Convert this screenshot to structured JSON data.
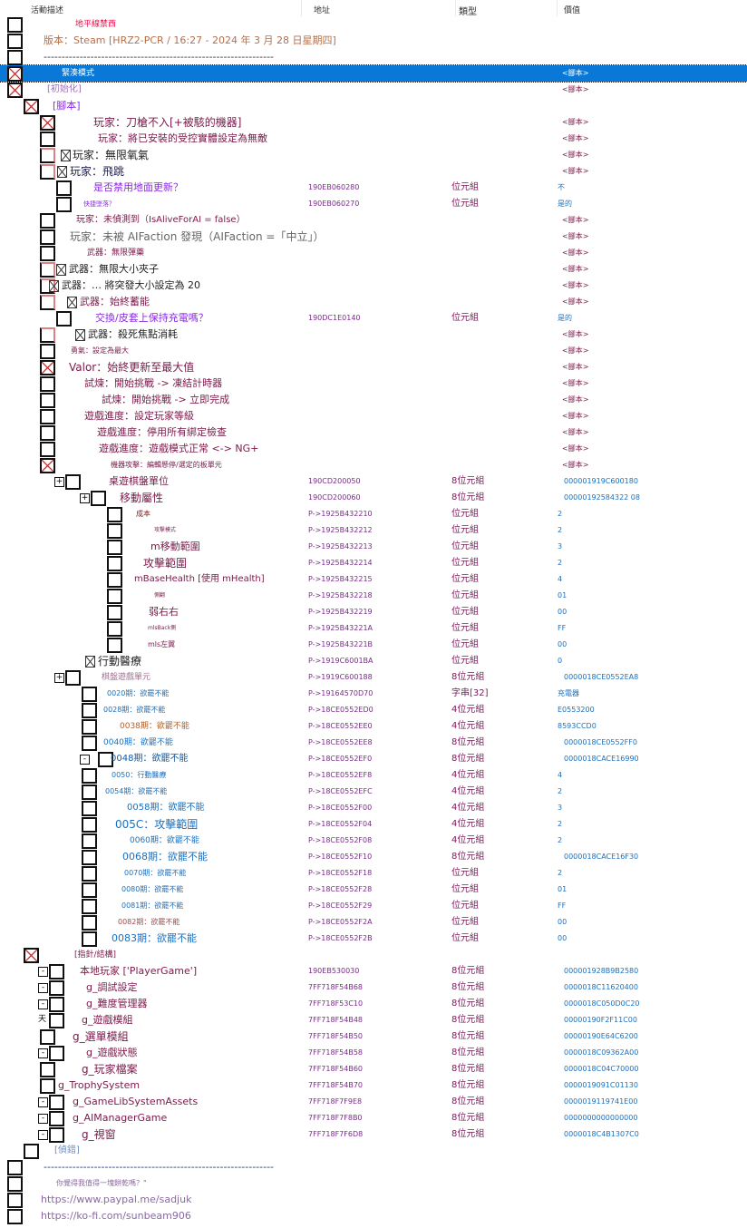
{
  "header": {
    "description": "活動描述",
    "address": "地址",
    "type": "類型",
    "value": "價值"
  },
  "colors": {
    "selection": "#0a78d7",
    "address": "#7a2a8a",
    "value": "#1a70c0",
    "type": "#7a1a5a"
  },
  "rows": [
    {
      "label": "地平線禁西",
      "color": "#e0104a",
      "state": "off"
    },
    {
      "label": "版本：Steam [HRZ2-PCR / 16:27 - 2024 年 3 月 28 日星期四]",
      "color": "#b5704a",
      "state": "off"
    },
    {
      "label": "----------------------------------------------------------------",
      "color": "#333",
      "state": "off"
    },
    {
      "label": "緊湊模式",
      "color": "#ffffff",
      "state": "x",
      "value": "<腳本>",
      "selected": true
    },
    {
      "label": "[初始化]",
      "color": "#a070c0",
      "state": "x",
      "value": "<腳本>"
    },
    {
      "label": "[腳本]",
      "color": "#8a2be2",
      "state": "x"
    },
    {
      "label": "玩家：刀槍不入[+被駭的機器]",
      "color": "#7a1a4a",
      "state": "x",
      "value": "<腳本>"
    },
    {
      "label": "玩家：將已安裝的受控實體設定為無敵",
      "color": "#7a1a4a",
      "state": "off",
      "value": "<腳本>"
    },
    {
      "label": "玩家：無限氧氣",
      "color": "#222",
      "state": "partial",
      "value": "<腳本>"
    },
    {
      "label": "玩家：飛跳",
      "color": "#222250",
      "state": "partial",
      "value": "<腳本>"
    },
    {
      "label": "是否禁用地面更新？",
      "color": "#8a2be2",
      "state": "off",
      "address": "190EB060280",
      "type": "位元組",
      "value": "不"
    },
    {
      "label": "快捷墜落？",
      "color": "#8a2be2",
      "state": "off",
      "address": "190EB060270",
      "type": "位元組",
      "value": "是的"
    },
    {
      "label": "玩家：未偵測到（IsAliveForAI = false）",
      "color": "#7a1a4a",
      "state": "off",
      "value": "<腳本>"
    },
    {
      "label": "玩家：未被 AIFaction 發現（AIFaction =「中立」）",
      "color": "#666",
      "state": "off",
      "value": "<腳本>"
    },
    {
      "label": "武器：無限彈藥",
      "color": "#7a1a4a",
      "state": "off",
      "value": "<腳本>"
    },
    {
      "label": "武器：無限大小夾子",
      "color": "#222",
      "state": "partial",
      "value": "<腳本>"
    },
    {
      "label": "武器：… 將突發大小設定為 20",
      "color": "#222",
      "state": "partial",
      "value": "<腳本>"
    },
    {
      "label": "武器：始終蓄能",
      "color": "#7a1a4a",
      "state": "partial",
      "value": "<腳本>"
    },
    {
      "label": "交換/皮套上保持充電嗎？",
      "color": "#8a2be2",
      "state": "off",
      "address": "190DC1E0140",
      "type": "位元組",
      "value": "是的"
    },
    {
      "label": "武器：殺死焦點消耗",
      "color": "#222",
      "state": "partial",
      "value": "<腳本>"
    },
    {
      "label": "勇氣：設定為最大",
      "color": "#7a1a4a",
      "state": "off",
      "value": "<腳本>"
    },
    {
      "label": "Valor：始終更新至最大值",
      "color": "#7a1a4a",
      "state": "x",
      "value": "<腳本>"
    },
    {
      "label": "試煉：開始挑戰 -> 凍結計時器",
      "color": "#7a1a4a",
      "state": "off",
      "value": "<腳本>"
    },
    {
      "label": "試煉：開始挑戰 -> 立即完成",
      "color": "#7a1a4a",
      "state": "off",
      "value": "<腳本>"
    },
    {
      "label": "遊戲進度：設定玩家等級",
      "color": "#7a1a4a",
      "state": "off",
      "value": "<腳本>"
    },
    {
      "label": "遊戲進度：停用所有綁定檢查",
      "color": "#7a1a4a",
      "state": "off",
      "value": "<腳本>"
    },
    {
      "label": "遊戲進度：遊戲模式正常 <-> NG+",
      "color": "#7a1a4a",
      "state": "off",
      "value": "<腳本>"
    },
    {
      "label": "機器攻擊：編輯懸停/選定的板單元",
      "color": "#7a1a4a",
      "state": "x",
      "value": "<腳本>"
    },
    {
      "label": "桌遊棋盤單位",
      "color": "#7a1a4a",
      "state": "off",
      "expander": "+",
      "address": "190CD200050",
      "type": "8位元組",
      "value": "000001919C600180"
    },
    {
      "label": "移動屬性",
      "color": "#7a1a4a",
      "state": "off",
      "expander": "+",
      "address": "190CD200060",
      "type": "8位元組",
      "value": "00000192584322 08"
    },
    {
      "label": "成本",
      "color": "#7a1a1a",
      "state": "off",
      "address": "P->1925B432210",
      "type": "位元組",
      "value": "2"
    },
    {
      "label": "攻擊模式",
      "color": "#7a1a4a",
      "state": "off",
      "address": "P->1925B432212",
      "type": "位元組",
      "value": "2"
    },
    {
      "label": "m移動範圍",
      "color": "#7a1a4a",
      "state": "off",
      "address": "P->1925B432213",
      "type": "位元組",
      "value": "3"
    },
    {
      "label": "攻擊範圍",
      "color": "#7a1a4a",
      "state": "off",
      "address": "P->1925B432214",
      "type": "位元組",
      "value": "2"
    },
    {
      "label": "mBaseHealth [使用 mHealth]",
      "color": "#7a1a4a",
      "state": "off",
      "address": "P->1925B432215",
      "type": "位元組",
      "value": "4"
    },
    {
      "label": "側翻",
      "color": "#7a1a4a",
      "state": "off",
      "address": "P->1925B432218",
      "type": "位元組",
      "value": "01"
    },
    {
      "label": "弱右右",
      "color": "#7a1a4a",
      "state": "off",
      "address": "P->1925B432219",
      "type": "位元組",
      "value": "00"
    },
    {
      "label": "mlsBack側",
      "color": "#7a1a4a",
      "state": "off",
      "address": "P->1925B43221A",
      "type": "位元組",
      "value": "FF"
    },
    {
      "label": "mls左翼",
      "color": "#7a1a4a",
      "state": "off",
      "address": "P->1925B43221B",
      "type": "位元組",
      "value": "00"
    },
    {
      "label": "行動醫療",
      "color": "#222",
      "state": "mini",
      "address": "P->1919C6001BA",
      "type": "位元組",
      "value": "0"
    },
    {
      "label": "棋盤遊戲單元",
      "color": "#a07090",
      "state": "off",
      "expander": "+",
      "address": "P->1919C600188",
      "type": "8位元組",
      "value": "0000018CE0552EA8"
    },
    {
      "label": "0020期：欲罷不能",
      "color": "#1a70c0",
      "state": "off",
      "address": "P->19164570D70",
      "type": "字串[32]",
      "value": "充電器"
    },
    {
      "label": "0028期：欲罷不能",
      "color": "#1a70c0",
      "state": "off",
      "address": "P->18CE0552ED0",
      "type": "4位元組",
      "value": "E0553200"
    },
    {
      "label": "0038期：欲罷不能",
      "color": "#b0602a",
      "state": "off",
      "address": "P->18CE0552EE0",
      "type": "4位元組",
      "value": "8593CCD0"
    },
    {
      "label": "0040期：欲罷不能",
      "color": "#1a70c0",
      "state": "off",
      "address": "P->18CE0552EE8",
      "type": "8位元組",
      "value": "0000018CE0552FF0"
    },
    {
      "label": "0048期：欲罷不能",
      "color": "#1a5aa0",
      "state": "off",
      "expander": "-",
      "address": "P->18CE0552EF0",
      "type": "8位元組",
      "value": "0000018CACE16990"
    },
    {
      "label": "0050：行動醫療",
      "color": "#1a70c0",
      "state": "off",
      "address": "P->18CE0552EF8",
      "type": "4位元組",
      "value": "4"
    },
    {
      "label": "0054期：欲罷不能",
      "color": "#1a70c0",
      "state": "off",
      "address": "P->18CE0552EFC",
      "type": "4位元組",
      "value": "2"
    },
    {
      "label": "0058期：欲罷不能",
      "color": "#1a70c0",
      "state": "off",
      "address": "P->18CE0552F00",
      "type": "4位元組",
      "value": "3"
    },
    {
      "label": "005C：攻擊範圍",
      "color": "#1a70c0",
      "state": "off",
      "address": "P->18CE0552F04",
      "type": "4位元組",
      "value": "2"
    },
    {
      "label": "0060期：欲罷不能",
      "color": "#1a70c0",
      "state": "off",
      "address": "P->18CE0552F08",
      "type": "4位元組",
      "value": "2"
    },
    {
      "label": "0068期：欲罷不能",
      "color": "#1a70c0",
      "state": "off",
      "address": "P->18CE0552F10",
      "type": "8位元組",
      "value": "0000018CACE16F30"
    },
    {
      "label": "0070期：欲罷不能",
      "color": "#1a70c0",
      "state": "off",
      "address": "P->18CE0552F18",
      "type": "位元組",
      "value": "2"
    },
    {
      "label": "0080期：欲罷不能",
      "color": "#1a70c0",
      "state": "off",
      "address": "P->18CE0552F28",
      "type": "位元組",
      "value": "01"
    },
    {
      "label": "0081期：欲罷不能",
      "color": "#1a70c0",
      "state": "off",
      "address": "P->18CE0552F29",
      "type": "位元組",
      "value": "FF"
    },
    {
      "label": "0082期：欲罷不能",
      "color": "#a04a4a",
      "state": "off",
      "address": "P->18CE0552F2A",
      "type": "位元組",
      "value": "00"
    },
    {
      "label": "0083期：欲罷不能",
      "color": "#1a70c0",
      "state": "off",
      "address": "P->18CE0552F2B",
      "type": "位元組",
      "value": "00"
    },
    {
      "label": "[指針/結構]",
      "color": "#7a1a4a",
      "state": "x"
    },
    {
      "label": "本地玩家 ['PlayerGame']",
      "color": "#7a1a4a",
      "state": "off",
      "expander": "-",
      "address": "190EB530030",
      "type": "8位元組",
      "value": "000001928B9B2580"
    },
    {
      "label": "g_調試設定",
      "color": "#7a1a4a",
      "state": "off",
      "expander": "-",
      "address": "7FF718F54B68",
      "type": "8位元組",
      "value": "0000018C11620400"
    },
    {
      "label": "g_難度管理器",
      "color": "#7a1a4a",
      "state": "off",
      "expander": "-",
      "address": "7FF718F53C10",
      "type": "8位元組",
      "value": "0000018C050D0C20"
    },
    {
      "label": "g_遊戲模組",
      "color": "#7a1a4a",
      "state": "off",
      "expander": "天",
      "address": "7FF718F54B48",
      "type": "8位元組",
      "value": "00000190F2F11C00"
    },
    {
      "label": "g_選單模組",
      "color": "#7a1a4a",
      "state": "off",
      "address": "7FF718F54B50",
      "type": "8位元組",
      "value": "00000190E64C6200"
    },
    {
      "label": "g_遊戲狀態",
      "color": "#7a1a4a",
      "state": "off",
      "expander": "-",
      "address": "7FF718F54B58",
      "type": "8位元組",
      "value": "0000018C09362A00"
    },
    {
      "label": "g_玩家檔案",
      "color": "#7a1a4a",
      "state": "off",
      "address": "7FF718F54B60",
      "type": "8位元組",
      "value": "0000018C04C70000"
    },
    {
      "label": "g_TrophySystem",
      "color": "#7a1a4a",
      "state": "off",
      "address": "7FF718F54B70",
      "type": "8位元組",
      "value": "0000019091C01130"
    },
    {
      "label": "g_GameLibSystemAssets",
      "color": "#7a1a4a",
      "state": "off",
      "expander": "-",
      "address": "7FF718F7F9E8",
      "type": "8位元組",
      "value": "0000019119741E00"
    },
    {
      "label": "g_AIManagerGame",
      "color": "#7a1a4a",
      "state": "off",
      "expander": "-",
      "address": "7FF718F7F8B0",
      "type": "8位元組",
      "value": "0000000000000000"
    },
    {
      "label": "g_視窗",
      "color": "#7a1a4a",
      "state": "off",
      "expander": "-",
      "address": "7FF718F7F6D8",
      "type": "8位元組",
      "value": "0000018C4B1307C0"
    },
    {
      "label": "[偵錯]",
      "color": "#7090c0",
      "state": "off"
    },
    {
      "label": "----------------------------------------------------------------",
      "color": "#1a3a8a",
      "state": "off"
    },
    {
      "label": "你覺得我值得一塊餅乾嗎？\"",
      "color": "#8a6aa0",
      "state": "off"
    },
    {
      "label": "https://www.paypal.me/sadjuk",
      "color": "#8a6aa0",
      "state": "off"
    },
    {
      "label": "https://ko-fi.com/sunbeam906",
      "color": "#8a6aa0",
      "state": "off"
    }
  ]
}
